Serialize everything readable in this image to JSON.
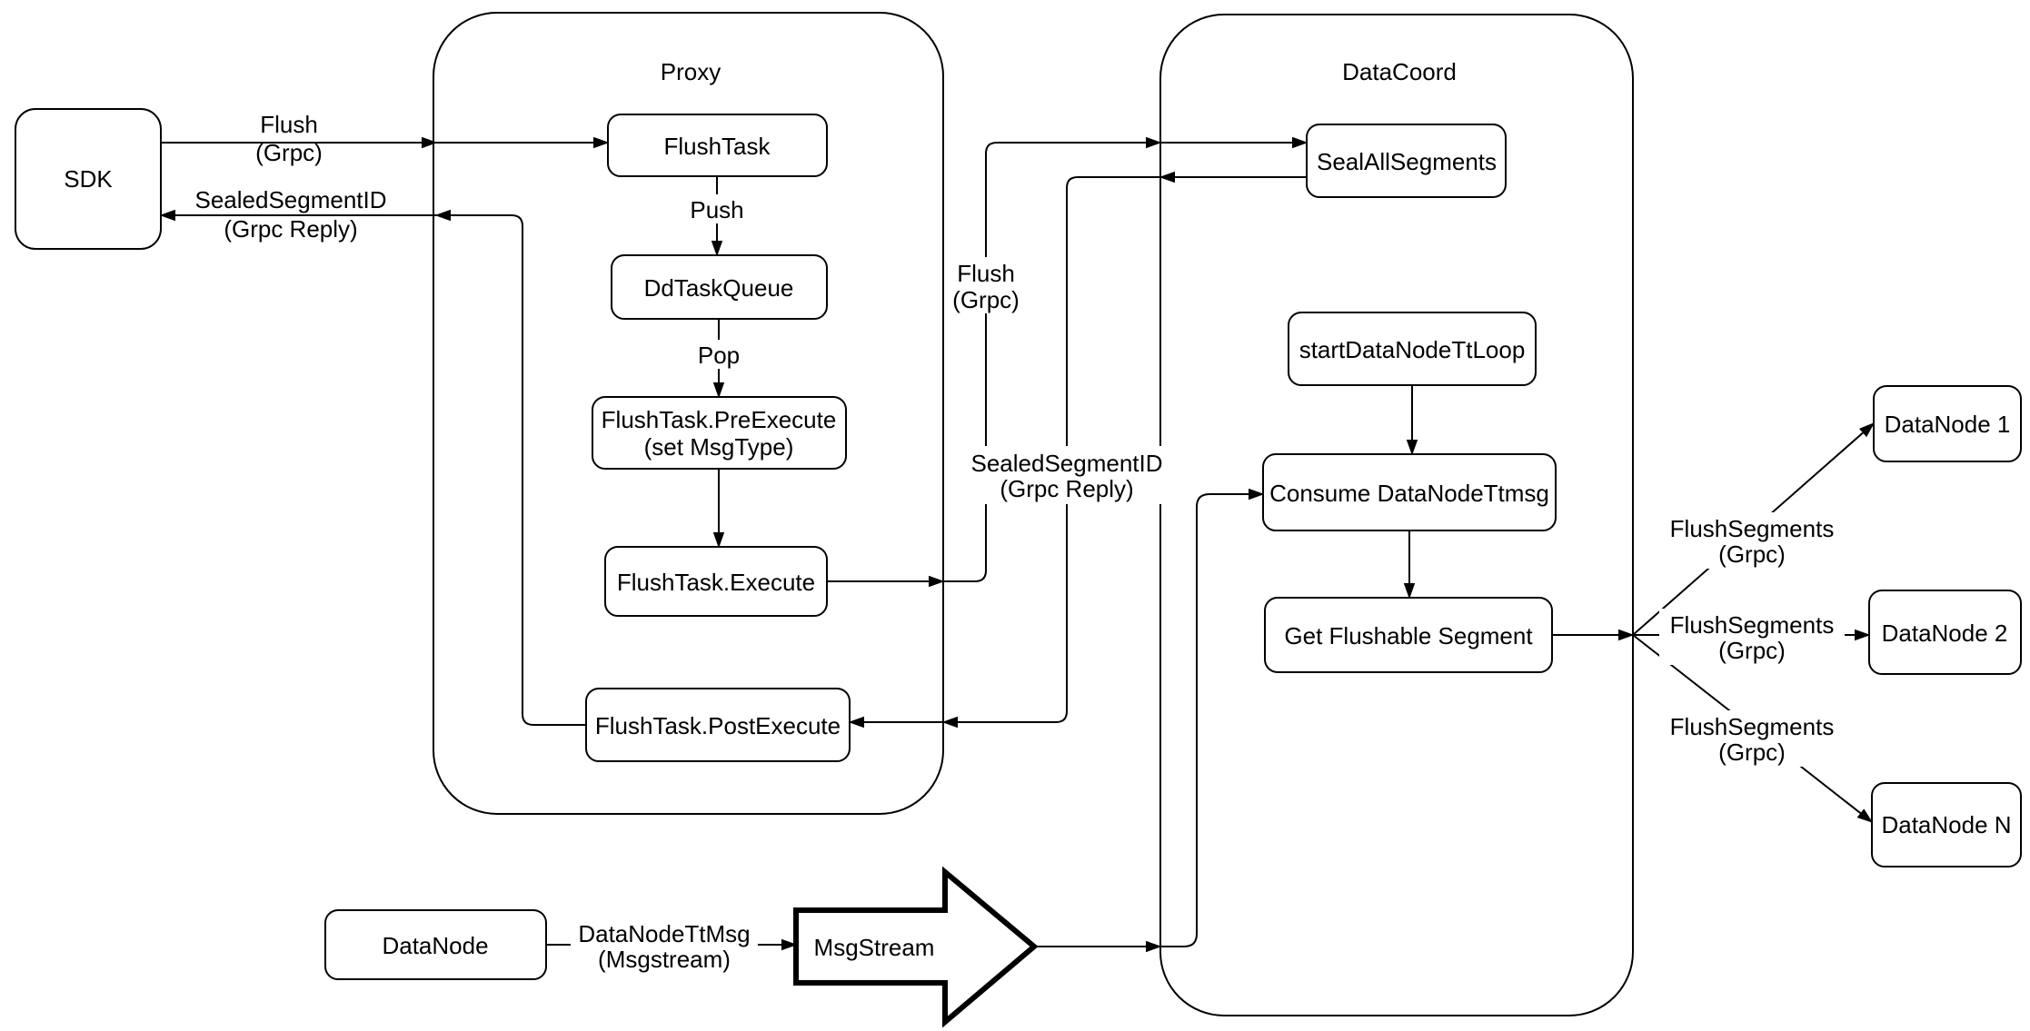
{
  "diagram": {
    "containers": {
      "proxy": "Proxy",
      "datacoord": "DataCoord"
    },
    "nodes": {
      "sdk": "SDK",
      "flush_task": "FlushTask",
      "dd_task_queue": "DdTaskQueue",
      "pre_execute_line1": "FlushTask.PreExecute",
      "pre_execute_line2": "(set MsgType)",
      "execute": "FlushTask.Execute",
      "post_execute": "FlushTask.PostExecute",
      "seal_all_segments": "SealAllSegments",
      "start_data_node_tt_loop": "startDataNodeTtLoop",
      "consume_data_node_ttmsg": "Consume DataNodeTtmsg",
      "get_flushable_segment": "Get Flushable Segment",
      "data_node_1": "DataNode 1",
      "data_node_2": "DataNode 2",
      "data_node_n": "DataNode N",
      "data_node": "DataNode",
      "msg_stream": "MsgStream"
    },
    "edge_labels": {
      "flush_sdk_line1": "Flush",
      "flush_sdk_line2": "(Grpc)",
      "reply_sdk_line1": "SealedSegmentID",
      "reply_sdk_line2": "(Grpc Reply)",
      "push": "Push",
      "pop": "Pop",
      "flush_mid_line1": "Flush",
      "flush_mid_line2": "(Grpc)",
      "reply_mid_line1": "SealedSegmentID",
      "reply_mid_line2": "(Grpc Reply)",
      "flush_segments_1_line1": "FlushSegments",
      "flush_segments_1_line2": "(Grpc)",
      "flush_segments_2_line1": "FlushSegments",
      "flush_segments_2_line2": "(Grpc)",
      "flush_segments_3_line1": "FlushSegments",
      "flush_segments_3_line2": "(Grpc)",
      "data_node_tt_msg_line1": "DataNodeTtMsg",
      "data_node_tt_msg_line2": "(Msgstream)"
    },
    "colors": {
      "stroke": "#000000",
      "background": "#ffffff"
    }
  }
}
